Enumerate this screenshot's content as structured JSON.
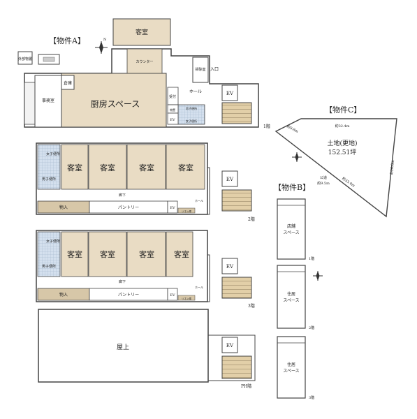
{
  "buildingA": {
    "title": "【物件A】",
    "floor1": {
      "rooms": {
        "guest": "客室",
        "kitchen": "厨房スペース",
        "storage": "倉庫",
        "office": "事務室",
        "counter": "カウンター",
        "cleaning": "掃除室",
        "entrance": "入口",
        "hall": "ホール",
        "reception": "受付",
        "shed": "物置",
        "outbuilding": "外部物置",
        "mens_wc": "男子便所",
        "womens_wc": "女子便所",
        "ev": "EV",
        "staircase": "階段"
      },
      "floor_label": "1階"
    },
    "floor2": {
      "rooms": [
        "客室",
        "客室",
        "客室",
        "客室"
      ],
      "womens_wc": "女子便所",
      "mens_wc": "男子便所",
      "corridor": "廊下",
      "storage": "物入",
      "pantry": "パントリー",
      "hall": "ホール",
      "ev": "EV",
      "linen": "リネン庫",
      "floor_label": "2階"
    },
    "floor3": {
      "rooms": [
        "客室",
        "客室",
        "客室",
        "客室"
      ],
      "womens_wc": "女子便所",
      "mens_wc": "男子便所",
      "corridor": "廊下",
      "storage": "物入",
      "pantry": "パントリー",
      "hall": "ホール",
      "ev": "EV",
      "linen": "リネン庫",
      "floor_label": "3階"
    },
    "roof": {
      "label": "屋上",
      "ev": "EV",
      "floor_label": "PH階"
    }
  },
  "buildingB": {
    "title": "【物件B】",
    "floor1": {
      "label": "店舗\nスペース",
      "floor_label": "1階"
    },
    "floor2": {
      "label": "住居\nスペース",
      "floor_label": "2階"
    },
    "floor3": {
      "label": "住居\nスペース",
      "floor_label": "3階"
    }
  },
  "buildingC": {
    "title": "【物件C】",
    "land_label": "土地(更地)",
    "land_area": "152.51坪",
    "top_edge": "約32.4m",
    "left_edge": "約9.8m",
    "right_edge": "約26.6m",
    "hyp_edge": "約33.0m",
    "road_label": "公道",
    "road_width": "約9.5m"
  },
  "colors": {
    "room_fill": "#e9dcc4",
    "storage_fill": "#d7c7a8",
    "wc_fill": "#c8d7e8",
    "line": "#444444"
  }
}
